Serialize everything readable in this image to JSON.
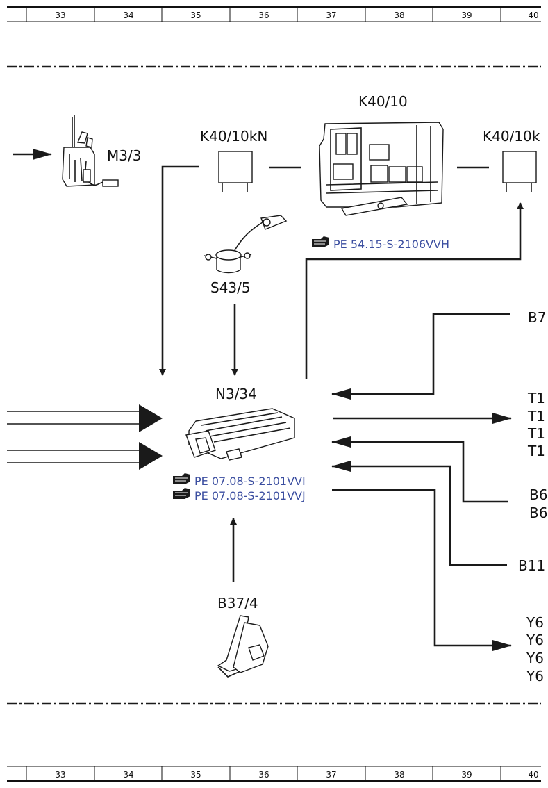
{
  "ruler": {
    "columns": [
      "33",
      "34",
      "35",
      "36",
      "37",
      "38",
      "39",
      "40"
    ]
  },
  "components": {
    "m3_3": "M3/3",
    "k40_10kn_left": "K40/10kN",
    "k40_10": "K40/10",
    "k40_10k_right": "K40/10k",
    "s43_5": "S43/5",
    "n3_34": "N3/34",
    "b37_4": "B37/4"
  },
  "references": {
    "k40_10_ref": "PE 54.15-S-2106VVH",
    "n3_34_ref_1": "PE 07.08-S-2101VVI",
    "n3_34_ref_2": "PE 07.08-S-2101VVJ"
  },
  "right_edge_labels": {
    "b7": "B7",
    "t1_a": "T1",
    "t1_b": "T1",
    "t1_c": "T1",
    "t1_d": "T1",
    "b6_a": "B6",
    "b6_b": "B6",
    "b11": "B11",
    "y6_a": "Y6",
    "y6_b": "Y6",
    "y6_c": "Y6",
    "y6_d": "Y6"
  }
}
